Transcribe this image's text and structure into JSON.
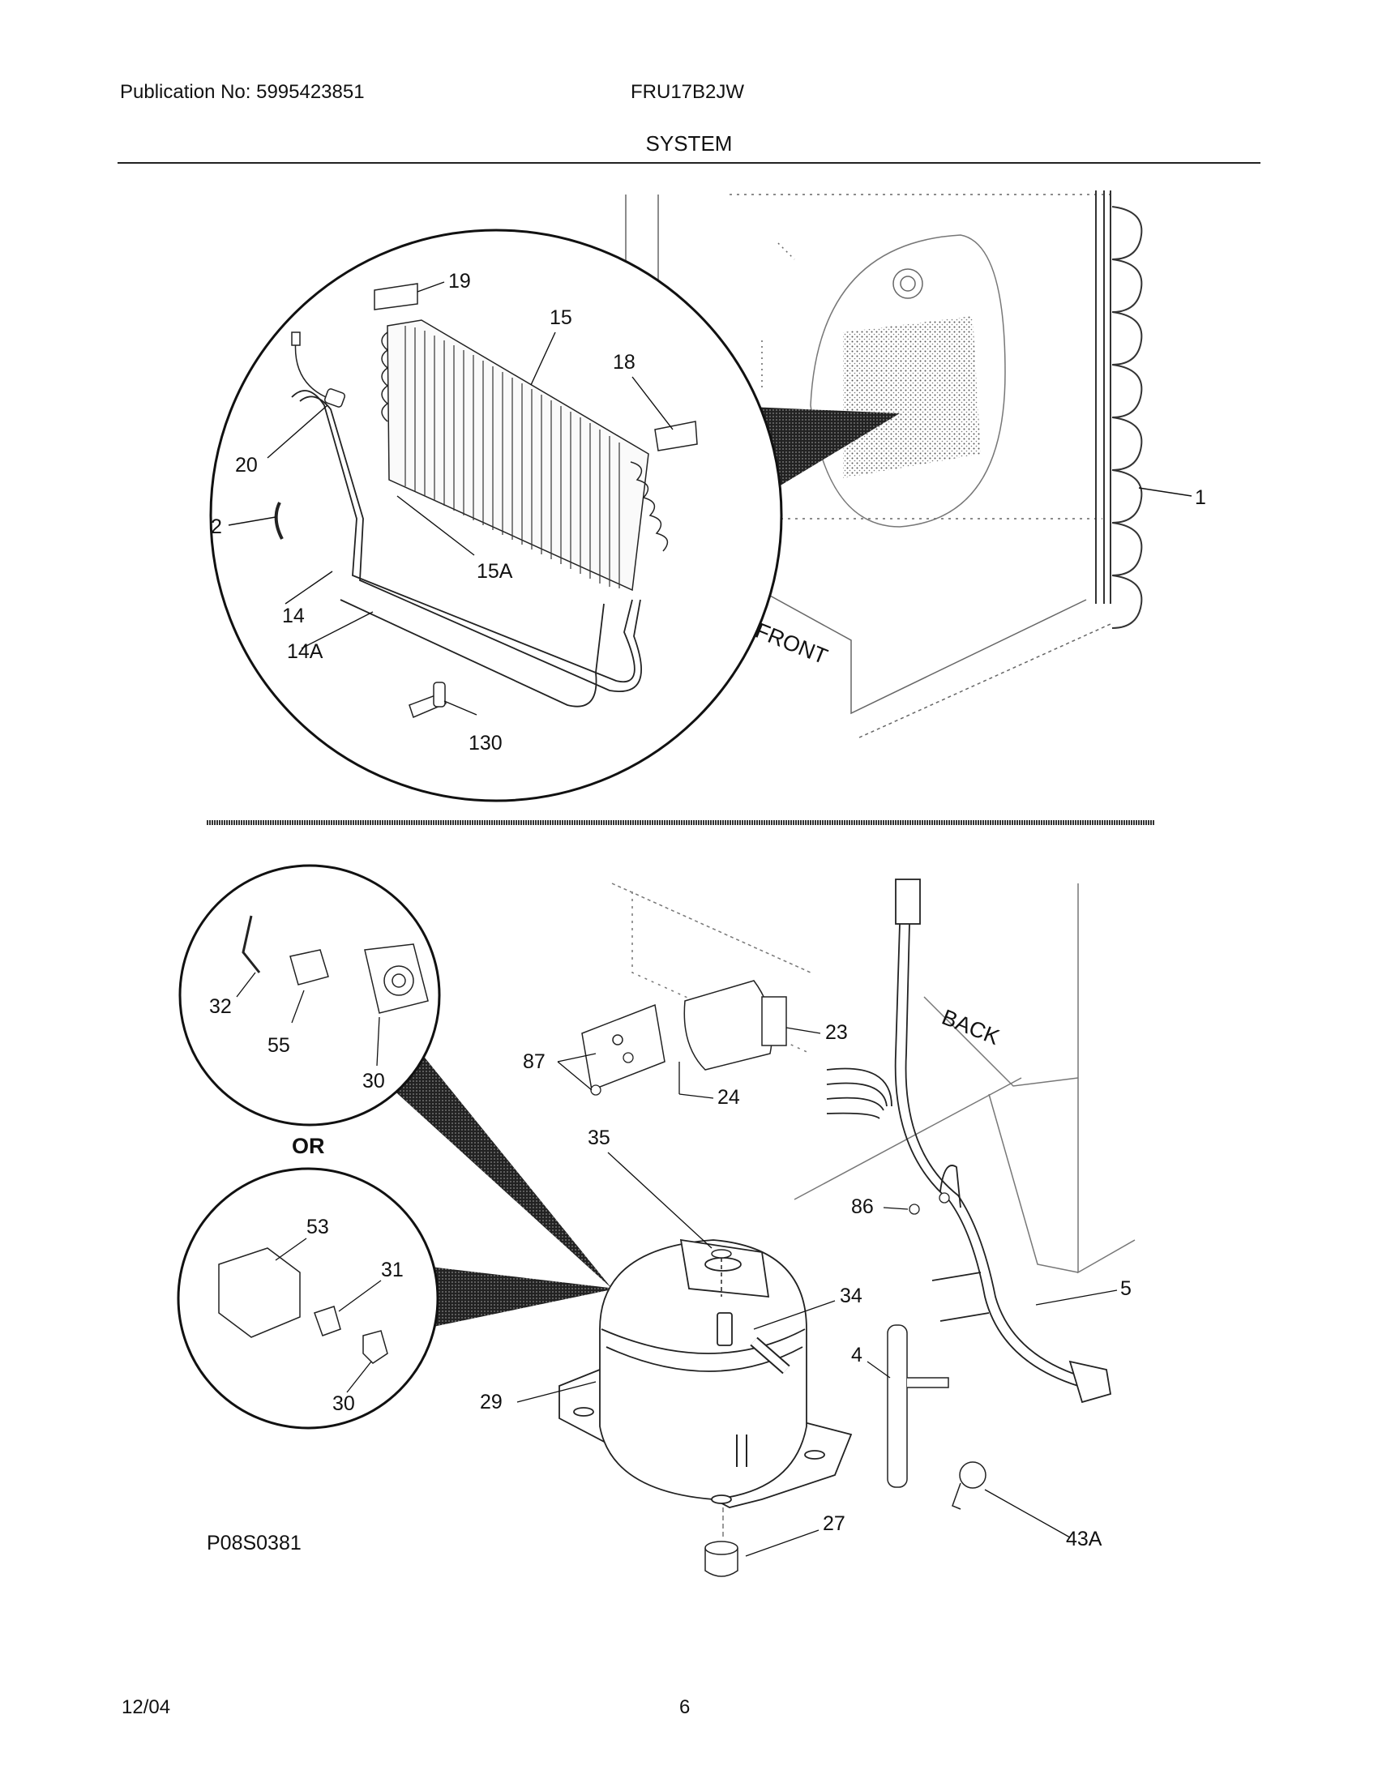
{
  "header": {
    "publication": "Publication No: 5995423851",
    "model": "FRU17B2JW",
    "section": "SYSTEM"
  },
  "footer": {
    "date": "12/04",
    "page": "6"
  },
  "diagram": {
    "figure_code": "P08S0381",
    "or_text": "OR",
    "front_text": "FRONT",
    "back_text": "BACK",
    "callouts": {
      "c1": "1",
      "c2": "2",
      "c14": "14",
      "c14a": "14A",
      "c15": "15",
      "c15a": "15A",
      "c18": "18",
      "c19": "19",
      "c20": "20",
      "c130": "130",
      "c32": "32",
      "c55": "55",
      "c30a": "30",
      "c53": "53",
      "c31": "31",
      "c30b": "30",
      "c35": "35",
      "c34": "34",
      "c29": "29",
      "c27": "27",
      "c4": "4",
      "c43a": "43A",
      "c87": "87",
      "c24": "24",
      "c23": "23",
      "c86": "86",
      "c5": "5"
    }
  }
}
